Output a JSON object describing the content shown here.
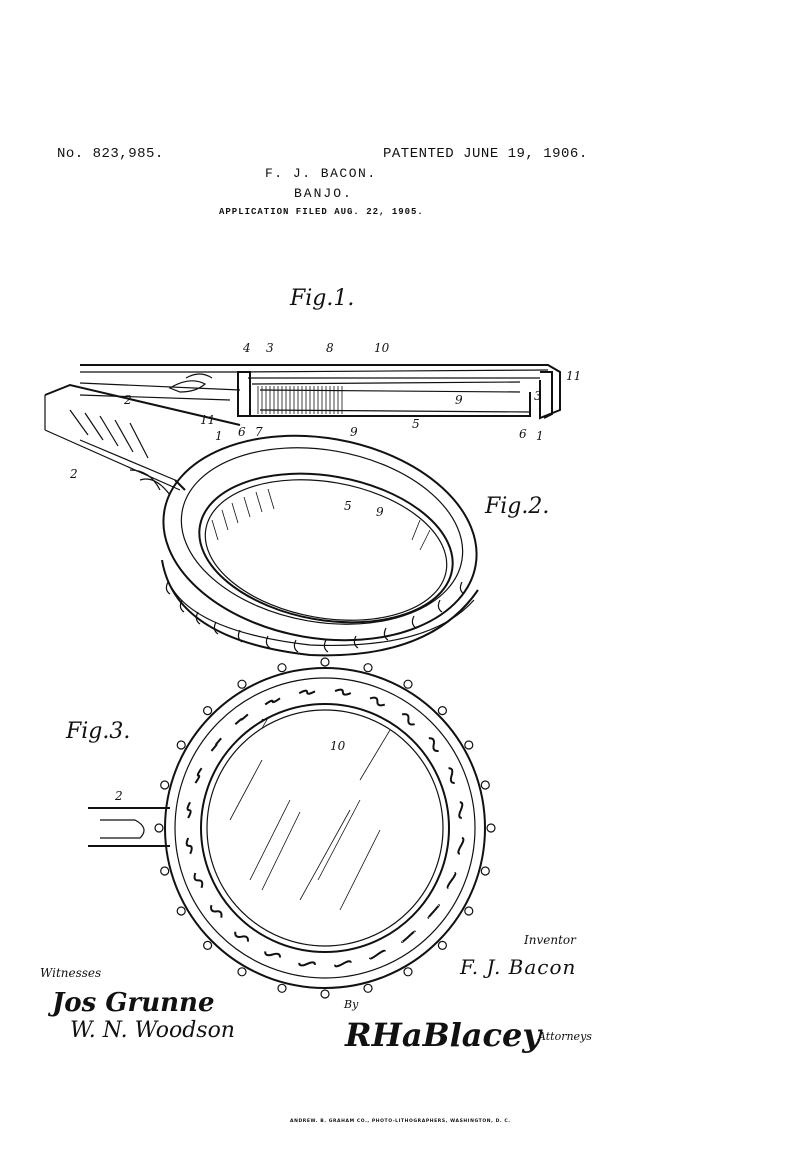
{
  "header": {
    "patent_number": "No. 823,985.",
    "patent_date": "PATENTED JUNE 19, 1906.",
    "inventor": "F. J. BACON.",
    "title": "BANJO.",
    "filed": "APPLICATION FILED AUG. 22, 1905."
  },
  "figures": {
    "fig1": "Fig.1.",
    "fig2": "Fig.2.",
    "fig3": "Fig.3."
  },
  "reference_numerals": {
    "fig1_top": [
      "4",
      "3",
      "8",
      "10",
      "11"
    ],
    "fig1_bottom": [
      "11",
      "1",
      "6",
      "7",
      "9",
      "5",
      "3",
      "6",
      "1"
    ],
    "fig1_neck": "2",
    "fig2": [
      "2",
      "9",
      "5",
      "9"
    ],
    "fig3": [
      "2",
      "7",
      "10"
    ]
  },
  "signatures": {
    "witnesses_label": "Witnesses",
    "witness_1": "Jos Grunne",
    "witness_2": "W. N. Woodson",
    "inventor_caption": "Inventor",
    "inventor_signature": "F. J. Bacon",
    "by_label": "By",
    "attorney_signature": "RHaBlacey",
    "attorneys_label": "Attorneys"
  },
  "footer": "ANDREW. B. GRAHAM CO., PHOTO-LITHOGRAPHERS, WASHINGTON, D. C."
}
